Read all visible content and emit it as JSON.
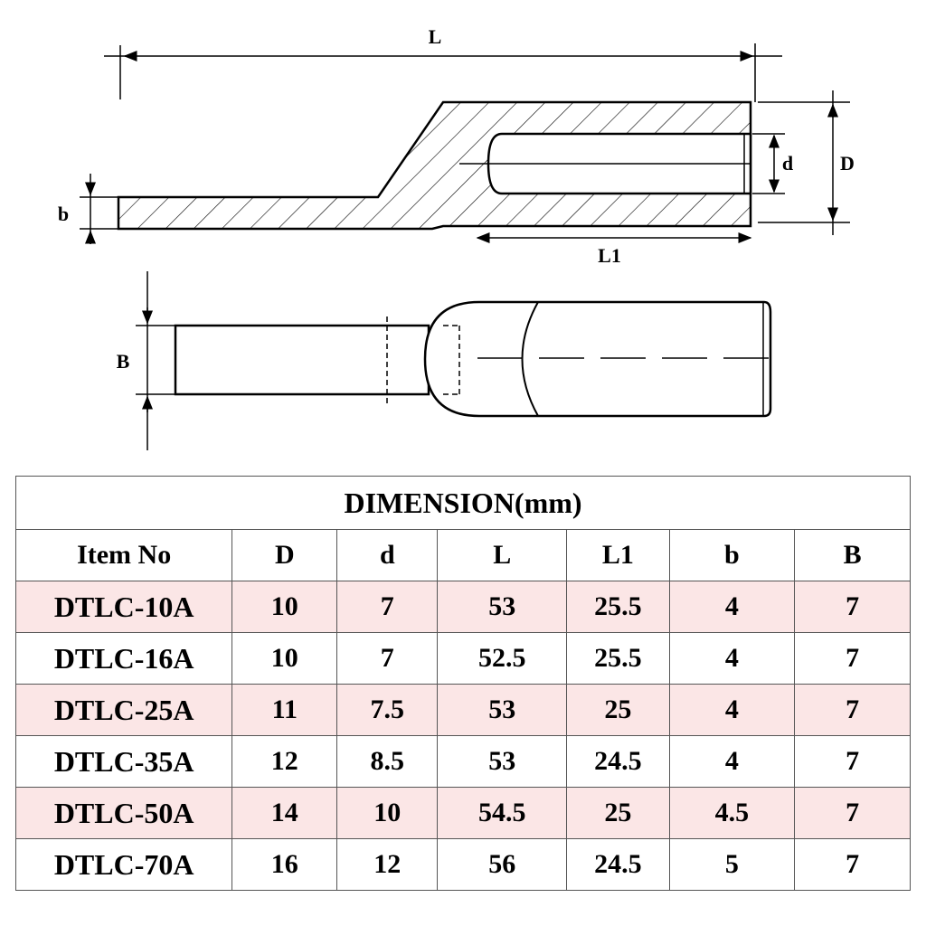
{
  "labels": {
    "L": "L",
    "L1": "L1",
    "D": "D",
    "d": "d",
    "b": "b",
    "B": "B"
  },
  "table": {
    "title": "DIMENSION(mm)",
    "headers": [
      "Item No",
      "D",
      "d",
      "L",
      "L1",
      "b",
      "B"
    ],
    "rows": [
      [
        "DTLC-10A",
        "10",
        "7",
        "53",
        "25.5",
        "4",
        "7"
      ],
      [
        "DTLC-16A",
        "10",
        "7",
        "52.5",
        "25.5",
        "4",
        "7"
      ],
      [
        "DTLC-25A",
        "11",
        "7.5",
        "53",
        "25",
        "4",
        "7"
      ],
      [
        "DTLC-35A",
        "12",
        "8.5",
        "53",
        "24.5",
        "4",
        "7"
      ],
      [
        "DTLC-50A",
        "14",
        "10",
        "54.5",
        "25",
        "4.5",
        "7"
      ],
      [
        "DTLC-70A",
        "16",
        "12",
        "56",
        "24.5",
        "5",
        "7"
      ]
    ],
    "shaded_color": "#fbe6e6"
  }
}
